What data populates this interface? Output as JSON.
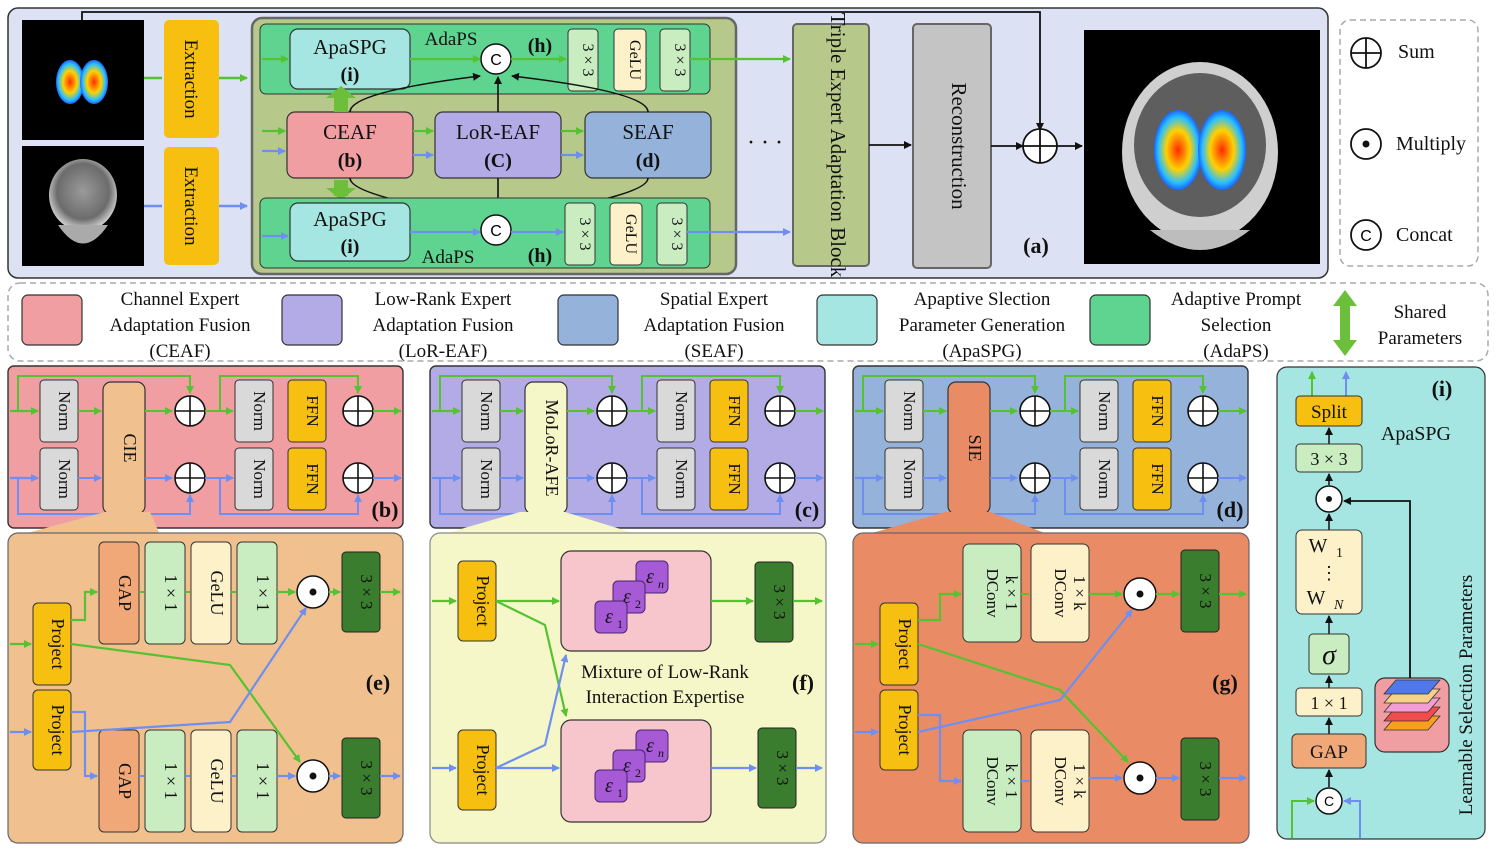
{
  "colors": {
    "green_line": "#55c232",
    "blue_line": "#6f8ff0",
    "panel_a": "#dce1f3",
    "ceaf": "#f19ea2",
    "lor_eaf": "#b3abe6",
    "seaf": "#95b3da",
    "apaspg": "#a5e6e2",
    "adaps": "#5fd491",
    "triple_block_bg": "#b7c98a",
    "panel_e": "#f0c08f",
    "panel_f": "#f6f7c9",
    "panel_g": "#e98c66",
    "panel_i": "#a5e6e2",
    "extraction": "#f7bf0f",
    "conv3x3_dark": "#3b7d2e"
  },
  "panel_a": {
    "extraction_1": "Extraction",
    "extraction_2": "Extraction",
    "apaspg_top": "ApaSPG",
    "apaspg_top_tag": "(i)",
    "apaspg_bottom": "ApaSPG",
    "apaspg_bottom_tag": "(i)",
    "adaps_top": "AdaPS",
    "adaps_bottom": "AdaPS",
    "h_tag_top": "(h)",
    "h_tag_bottom": "(h)",
    "concat_symbol": "C",
    "conv_3x3": "3 × 3",
    "gelu": "GeLU",
    "ceaf": "CEAF",
    "ceaf_tag": "(b)",
    "lor_eaf": "LoR-EAF",
    "lor_eaf_tag": "(C)",
    "seaf": "SEAF",
    "seaf_tag": "(d)",
    "ellipsis": "· · ·",
    "triple_block": "Triple Expert Adaptation Block",
    "reconstruction": "Reconstruction",
    "panel_tag": "(a)"
  },
  "symbol_legend": {
    "sum": "Sum",
    "multiply": "Multiply",
    "concat": "Concat",
    "concat_symbol": "C"
  },
  "module_legend": [
    {
      "lines": [
        "Channel Expert",
        "Adaptation Fusion",
        "(CEAF)"
      ],
      "color": "#f19ea2"
    },
    {
      "lines": [
        "Low-Rank Expert",
        "Adaptation Fusion",
        "(LoR-EAF)"
      ],
      "color": "#b3abe6"
    },
    {
      "lines": [
        "Spatial Expert",
        "Adaptation Fusion",
        "(SEAF)"
      ],
      "color": "#95b3da"
    },
    {
      "lines": [
        "Apaptive Slection",
        "Parameter Generation",
        "(ApaSPG)"
      ],
      "color": "#a5e6e2"
    },
    {
      "lines": [
        "Adaptive Prompt",
        "Selection",
        "(AdaPS)"
      ],
      "color": "#5fd491"
    }
  ],
  "shared_parameters": [
    "Shared",
    "Parameters"
  ],
  "panel_b": {
    "norm": "Norm",
    "core": "CIE",
    "ffn": "FFN",
    "tag": "(b)"
  },
  "panel_c": {
    "norm": "Norm",
    "core": "MoLoR-AFE",
    "ffn": "FFN",
    "tag": "(c)"
  },
  "panel_d": {
    "norm": "Norm",
    "core": "SIE",
    "ffn": "FFN",
    "tag": "(d)"
  },
  "panel_e": {
    "project": "Project",
    "gap": "GAP",
    "conv1x1": "1 × 1",
    "gelu": "GeLU",
    "conv3x3": "3 × 3",
    "tag": "(e)"
  },
  "panel_f": {
    "project": "Project",
    "conv3x3": "3 × 3",
    "caption": [
      "Mixture of Low-Rank",
      "Interaction Expertise"
    ],
    "tag": "(f)"
  },
  "panel_g": {
    "project": "Project",
    "dconv_k1": [
      "DConv",
      "k × 1"
    ],
    "dconv_1k": [
      "DConv",
      "1 × k"
    ],
    "conv3x3": "3 × 3",
    "tag": "(g)"
  },
  "panel_i": {
    "tag": "(i)",
    "title": "ApaSPG",
    "split": "Split",
    "conv3x3": "3 × 3",
    "conv1x1": "1 × 1",
    "gap": "GAP",
    "sigma": "σ",
    "w_first": "W",
    "w_first_sub": "1",
    "w_dots": "⋮",
    "w_last": "W",
    "w_last_sub": "N",
    "concat_symbol": "C",
    "learnable": "Learnable Selection Parameters"
  }
}
